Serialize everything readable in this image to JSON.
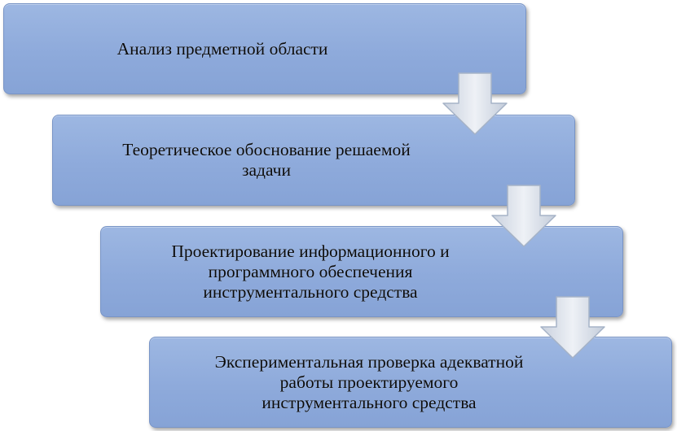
{
  "diagram": {
    "steps": [
      {
        "label": "Анализ  предметной области"
      },
      {
        "label": "Теоретическое обоснование решаемой\nзадачи"
      },
      {
        "label": "Проектирование информационного и\nпрограммного обеспечения\nинструментального  средства"
      },
      {
        "label": "Экспериментальная  проверка адекватной\nработы проектируемого\nинструментального  средства"
      }
    ],
    "arrows": [
      "arrow-down-icon",
      "arrow-down-icon",
      "arrow-down-icon"
    ],
    "colors": {
      "box_fill": "#8eaadb",
      "box_border": "#7894c6",
      "arrow_fill": "#dde3ec",
      "arrow_stroke": "#a6b3c7"
    }
  }
}
